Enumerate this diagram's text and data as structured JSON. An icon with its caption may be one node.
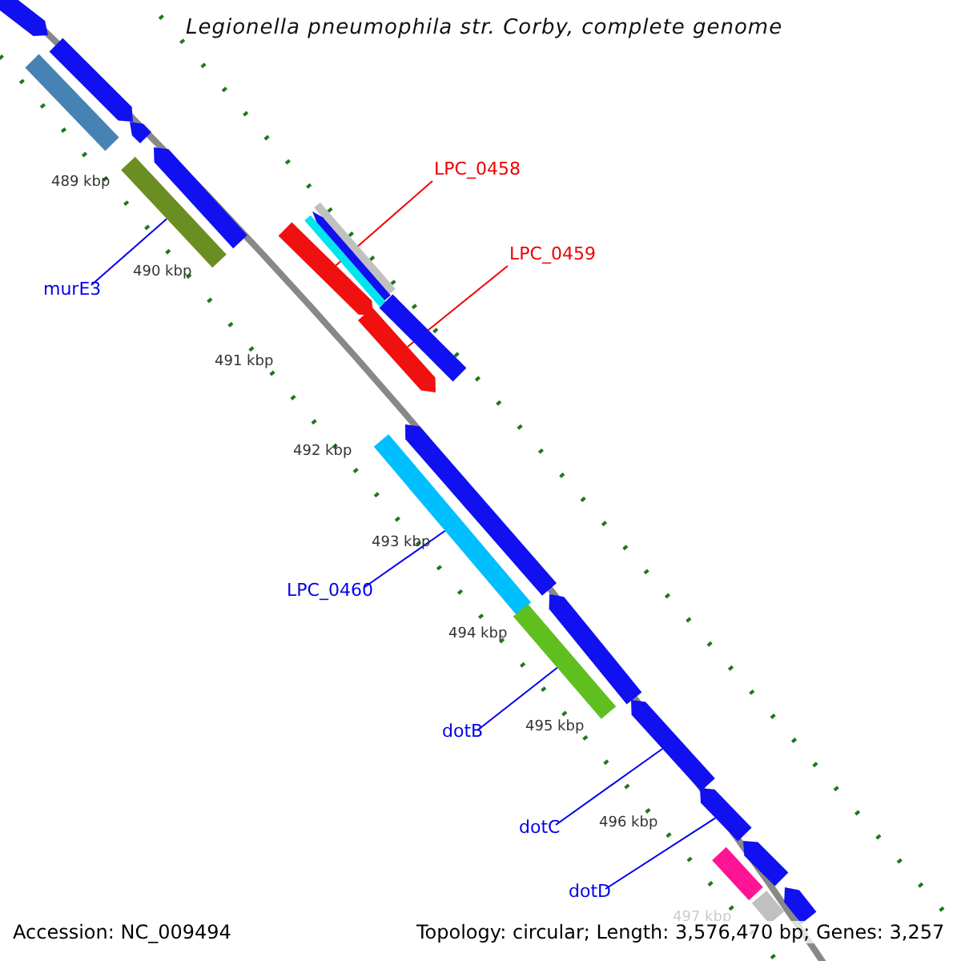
{
  "diagram": {
    "title": "Legionella pneumophila str. Corby, complete genome",
    "nodes": [
      {
        "text": [
          "LPC_0458"
        ]
      },
      {
        "text": [
          "LPC_0459"
        ]
      },
      {
        "text": [
          "murE3"
        ]
      },
      {
        "text": [
          "LPC_0460"
        ]
      },
      {
        "text": [
          "dotB"
        ]
      },
      {
        "text": [
          "dotC"
        ]
      },
      {
        "text": [
          "dotD"
        ]
      },
      {
        "text": [],
        "shape": "bar"
      },
      {
        "text": [],
        "shape": "bar"
      },
      {
        "text": [],
        "shape": "bar"
      },
      {
        "text": [],
        "shape": "bar"
      },
      {
        "text": [],
        "shape": "bar"
      },
      {
        "text": [],
        "shape": "bar"
      },
      {
        "text": [],
        "shape": "bar"
      },
      {
        "text": [],
        "shape": "bar"
      },
      {
        "text": [],
        "shape": "bar"
      },
      {
        "text": [],
        "shape": "bar"
      },
      {
        "text": [],
        "shape": "bar"
      },
      {
        "text": [],
        "shape": "bar"
      },
      {
        "text": [],
        "shape": "bar"
      },
      {
        "text": [],
        "shape": "bar"
      },
      {
        "text": [],
        "shape": "bar"
      },
      {
        "text": [],
        "shape": "bar"
      },
      {
        "text": [],
        "shape": "bar"
      },
      {
        "text": [],
        "shape": "bar"
      },
      {
        "text": [],
        "shape": "bar"
      },
      {
        "text": [],
        "shape": "bar"
      },
      {
        "text": [],
        "shape": "bar"
      },
      {
        "text": [],
        "shape": "bar"
      }
    ],
    "edges": [
      {
        "from": 0,
        "to": 16,
        "arrow": "none",
        "color": "#ee0000"
      },
      {
        "from": 1,
        "to": 18,
        "arrow": "none",
        "color": "#ee0000"
      },
      {
        "from": 2,
        "to": 12,
        "arrow": "none"
      },
      {
        "from": 3,
        "to": 20,
        "arrow": "none"
      },
      {
        "from": 4,
        "to": 22,
        "arrow": "none"
      },
      {
        "from": 5,
        "to": 23,
        "arrow": "none"
      },
      {
        "from": 6,
        "to": 24,
        "arrow": "none"
      }
    ],
    "labels": [
      "489 kbp",
      "490 kbp",
      "491 kbp",
      "492 kbp",
      "493 kbp",
      "494 kbp",
      "495 kbp",
      "496 kbp",
      "497 kbp",
      "Accession: NC_009494",
      "Topology: circular; Length: 3,576,470 bp; Genes: 3,257"
    ]
  }
}
